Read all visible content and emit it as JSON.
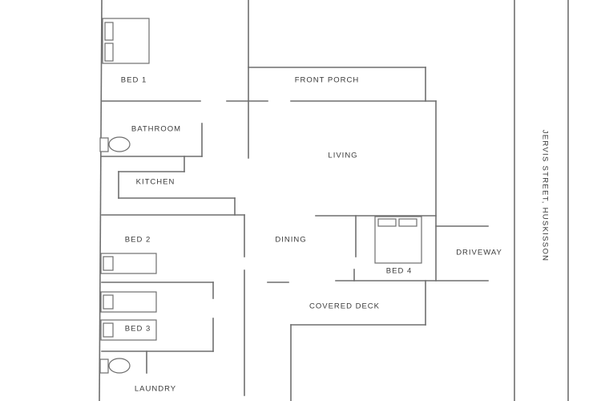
{
  "rooms": {
    "bed1": "BED 1",
    "front_porch": "FRONT PORCH",
    "bathroom": "BATHROOM",
    "living": "LIVING",
    "kitchen": "KITCHEN",
    "bed2": "BED 2",
    "dining": "DINING",
    "driveway": "DRIVEWAY",
    "bed4": "BED 4",
    "covered_deck": "COVERED DECK",
    "bed3": "BED 3",
    "laundry": "LAUNDRY"
  },
  "street": "JERVIS STREET, HUSKISSON"
}
